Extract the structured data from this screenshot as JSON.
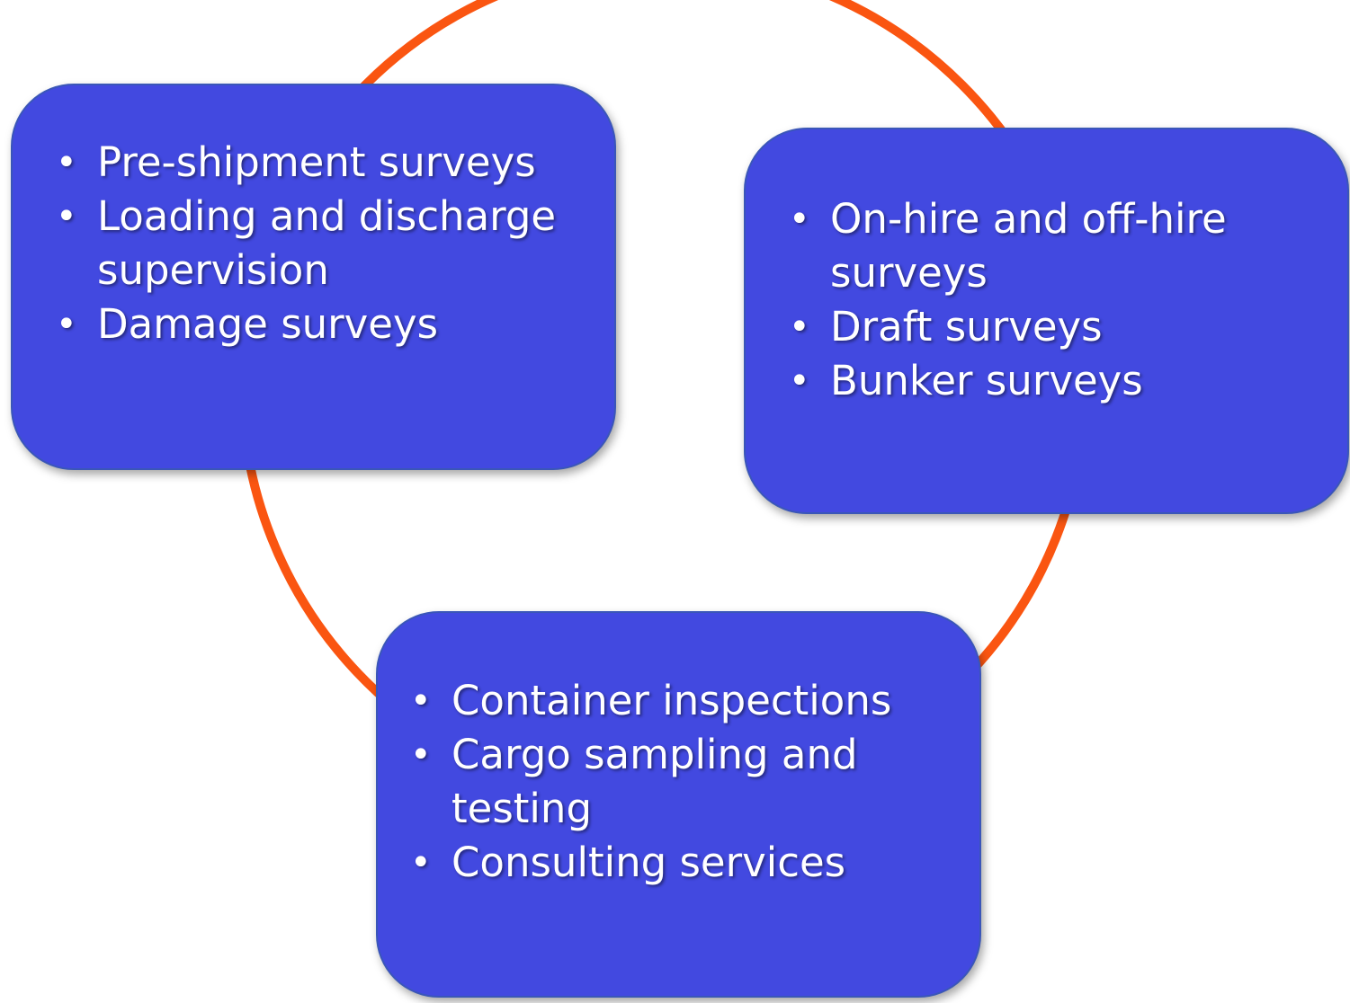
{
  "boxes": [
    {
      "items": [
        "Pre-shipment surveys",
        "Loading and discharge supervision",
        "Damage surveys"
      ]
    },
    {
      "items": [
        "On-hire and off-hire surveys",
        "Draft surveys",
        "Bunker surveys"
      ]
    },
    {
      "items": [
        "Container inspections",
        "Cargo sampling and testing",
        "Consulting services"
      ]
    }
  ],
  "colors": {
    "box_fill": "#4249e0",
    "ring": "#fa5511",
    "text": "#ffffff"
  }
}
